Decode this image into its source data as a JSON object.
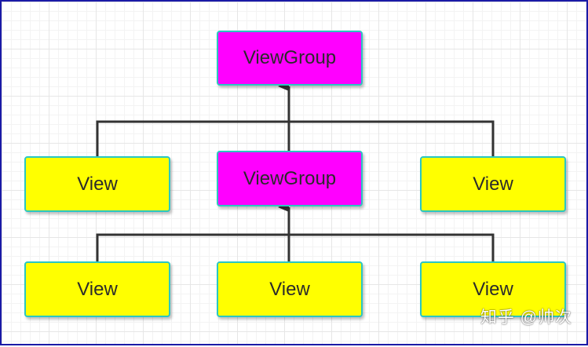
{
  "diagram": {
    "nodes": {
      "root": {
        "label": "ViewGroup"
      },
      "mid_left": {
        "label": "View"
      },
      "mid_center": {
        "label": "ViewGroup"
      },
      "mid_right": {
        "label": "View"
      },
      "bottom_left": {
        "label": "View"
      },
      "bottom_center": {
        "label": "View"
      },
      "bottom_right": {
        "label": "View"
      }
    }
  },
  "watermark": {
    "text": "知乎 @帅次"
  },
  "colors": {
    "viewgroup_fill": "#ff00ff",
    "view_fill": "#ffff00",
    "node_border": "#2ac7c2",
    "connector": "#333333",
    "frame_border": "#1a1aa6"
  }
}
